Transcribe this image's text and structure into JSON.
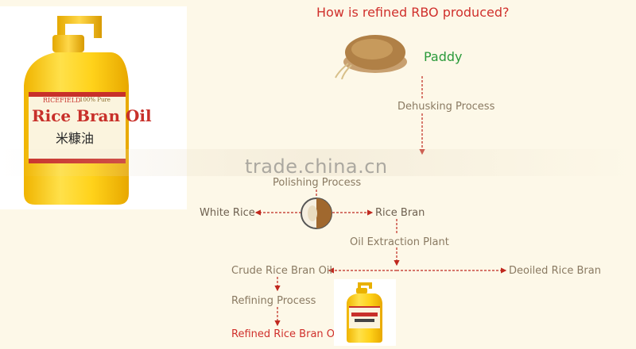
{
  "title": "How is refined RBO produced?",
  "watermark": "trade.china.cn",
  "product": {
    "brand": "RICEFIELD",
    "name": "Rice Bran Oil",
    "chinese_name": "米糠油",
    "tag": "100% Pure"
  },
  "nodes": {
    "paddy": "Paddy",
    "dehusking": "Dehusking Process",
    "polishing": "Polishing Process",
    "white_rice": "White Rice",
    "rice_bran": "Rice Bran",
    "oil_extraction": "Oil Extraction Plant",
    "crude_oil": "Crude Rice Bran Oil",
    "deoiled_bran": "Deoiled Rice Bran",
    "refining": "Refining Process",
    "refined_oil": "Refined Rice Bran Oil"
  },
  "colors": {
    "background": "#fdf8e8",
    "title": "#d0302c",
    "paddy": "#2a9a3a",
    "connector": "#c0281e",
    "label": "#8a7a62",
    "oil": "#f5c400"
  },
  "icons": [
    "rice-grain-bowl-icon",
    "rice-cross-section-icon",
    "oil-bottle-icon"
  ]
}
